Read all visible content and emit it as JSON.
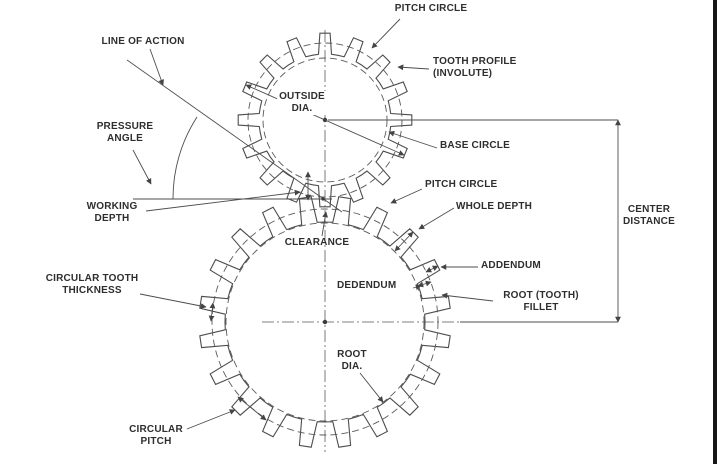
{
  "diagram": {
    "labels": {
      "pitch_circle_top": "PITCH CIRCLE",
      "line_of_action": "LINE OF ACTION",
      "tooth_profile": "TOOTH PROFILE\n(INVOLUTE)",
      "pressure_angle": "PRESSURE\nANGLE",
      "outside_dia": "OUTSIDE\nDIA.",
      "base_circle": "BASE CIRCLE",
      "pitch_circle_lower": "PITCH CIRCLE",
      "whole_depth": "WHOLE DEPTH",
      "working_depth": "WORKING\nDEPTH",
      "clearance": "CLEARANCE",
      "addendum": "ADDENDUM",
      "dedendum": "DEDENDUM",
      "root_fillet": "ROOT (TOOTH)\nFILLET",
      "center_distance": "CENTER\nDISTANCE",
      "circular_tooth_thickness": "CIRCULAR TOOTH\nTHICKNESS",
      "root_dia": "ROOT\nDIA.",
      "circular_pitch": "CIRCULAR\nPITCH"
    },
    "colors": {
      "line": "#4d4d4d",
      "text": "#2e2e2e"
    }
  }
}
